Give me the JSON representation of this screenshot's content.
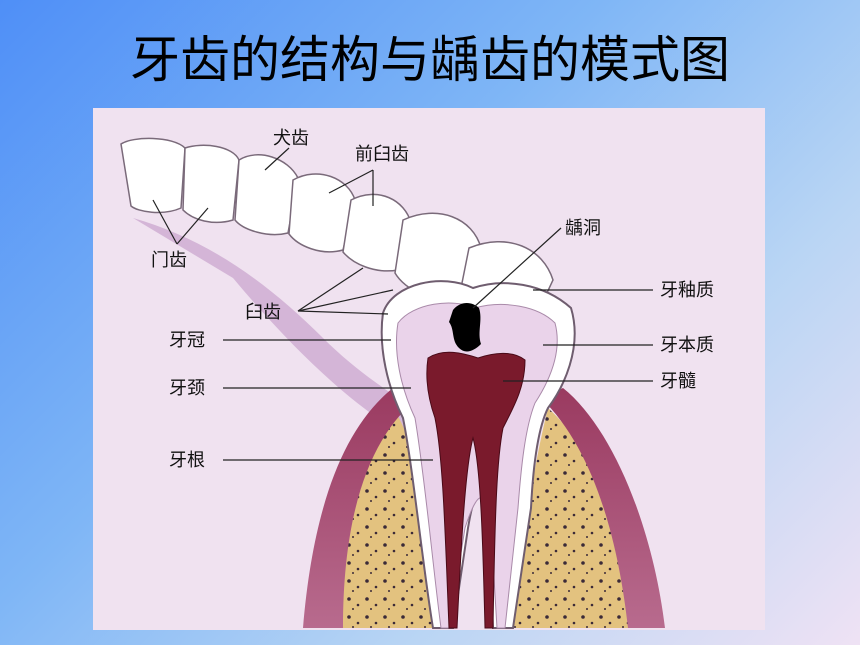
{
  "title": "牙齿的结构与龋齿的模式图",
  "labels": {
    "canine": "犬齿",
    "premolar": "前臼齿",
    "incisor": "门齿",
    "molar": "臼齿",
    "cavity": "龋洞",
    "enamel": "牙釉质",
    "dentin": "牙本质",
    "pulp": "牙髓",
    "crown": "牙冠",
    "neck": "牙颈",
    "root": "牙根"
  },
  "colors": {
    "gum": "#8a2b4f",
    "pulp": "#7a1a2c",
    "bone": "#e3c27f",
    "enamel": "#ffffff",
    "dentin": "#ead3ea",
    "cavity": "#000000"
  }
}
